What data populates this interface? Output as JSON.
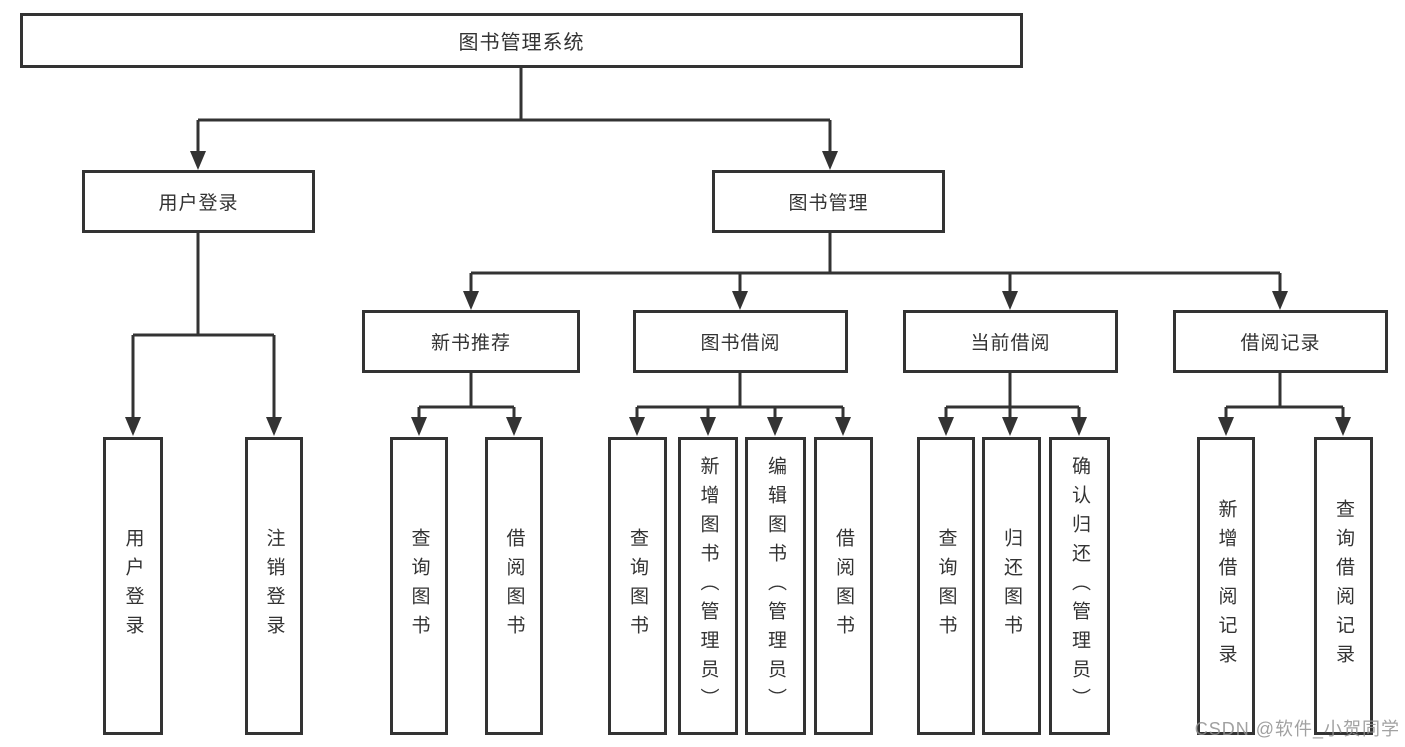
{
  "diagram": {
    "root": {
      "label": "图书管理系统"
    },
    "level2": {
      "user_login": {
        "label": "用户登录"
      },
      "book_management": {
        "label": "图书管理"
      }
    },
    "level3": {
      "new_book_recommend": {
        "label": "新书推荐"
      },
      "book_borrowing": {
        "label": "图书借阅"
      },
      "current_borrowing": {
        "label": "当前借阅"
      },
      "borrowing_records": {
        "label": "借阅记录"
      }
    },
    "leaves": {
      "user_login": {
        "label": "用户登录"
      },
      "logout": {
        "label": "注销登录"
      },
      "rec_query_books": {
        "label": "查询图书"
      },
      "rec_borrow_books": {
        "label": "借阅图书"
      },
      "bb_query_books": {
        "label": "查询图书"
      },
      "bb_add_books": {
        "label": "新增图书（管理员）"
      },
      "bb_edit_books": {
        "label": "编辑图书（管理员）"
      },
      "bb_borrow_books": {
        "label": "借阅图书"
      },
      "cb_query_books": {
        "label": "查询图书"
      },
      "cb_return_books": {
        "label": "归还图书"
      },
      "cb_confirm_return": {
        "label": "确认归还（管理员）"
      },
      "br_add_record": {
        "label": "新增借阅记录"
      },
      "br_query_record": {
        "label": "查询借阅记录"
      }
    },
    "watermark": "CSDN @软件_小贺同学"
  },
  "colors": {
    "line": "#333333",
    "text": "#333333",
    "box_background": "#ffffff",
    "watermark": "#919191",
    "background": "#ffffff"
  }
}
